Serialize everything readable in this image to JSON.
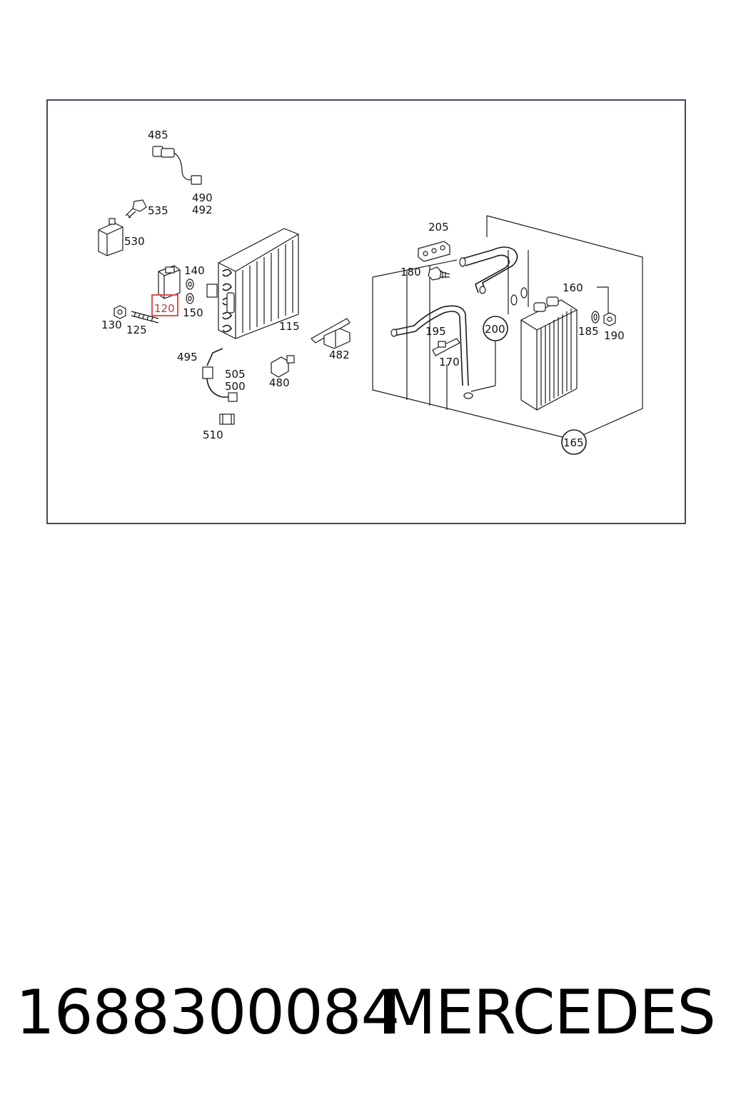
{
  "diagram": {
    "labels": {
      "l485": "485",
      "l490": "490",
      "l492": "492",
      "l535": "535",
      "l530": "530",
      "l140": "140",
      "l120": "120",
      "l150": "150",
      "l130": "130",
      "l125": "125",
      "l115": "115",
      "l495": "495",
      "l505": "505",
      "l500": "500",
      "l480": "480",
      "l510": "510",
      "l482": "482",
      "l205": "205",
      "l180": "180",
      "l195": "195",
      "l170": "170",
      "l200": "200",
      "l160": "160",
      "l185": "185",
      "l190": "190",
      "l165": "165"
    },
    "highlighted_part": "120",
    "highlight_color": "#e05050"
  },
  "footer": {
    "part_number": "1688300084",
    "brand": "MERCEDES"
  }
}
